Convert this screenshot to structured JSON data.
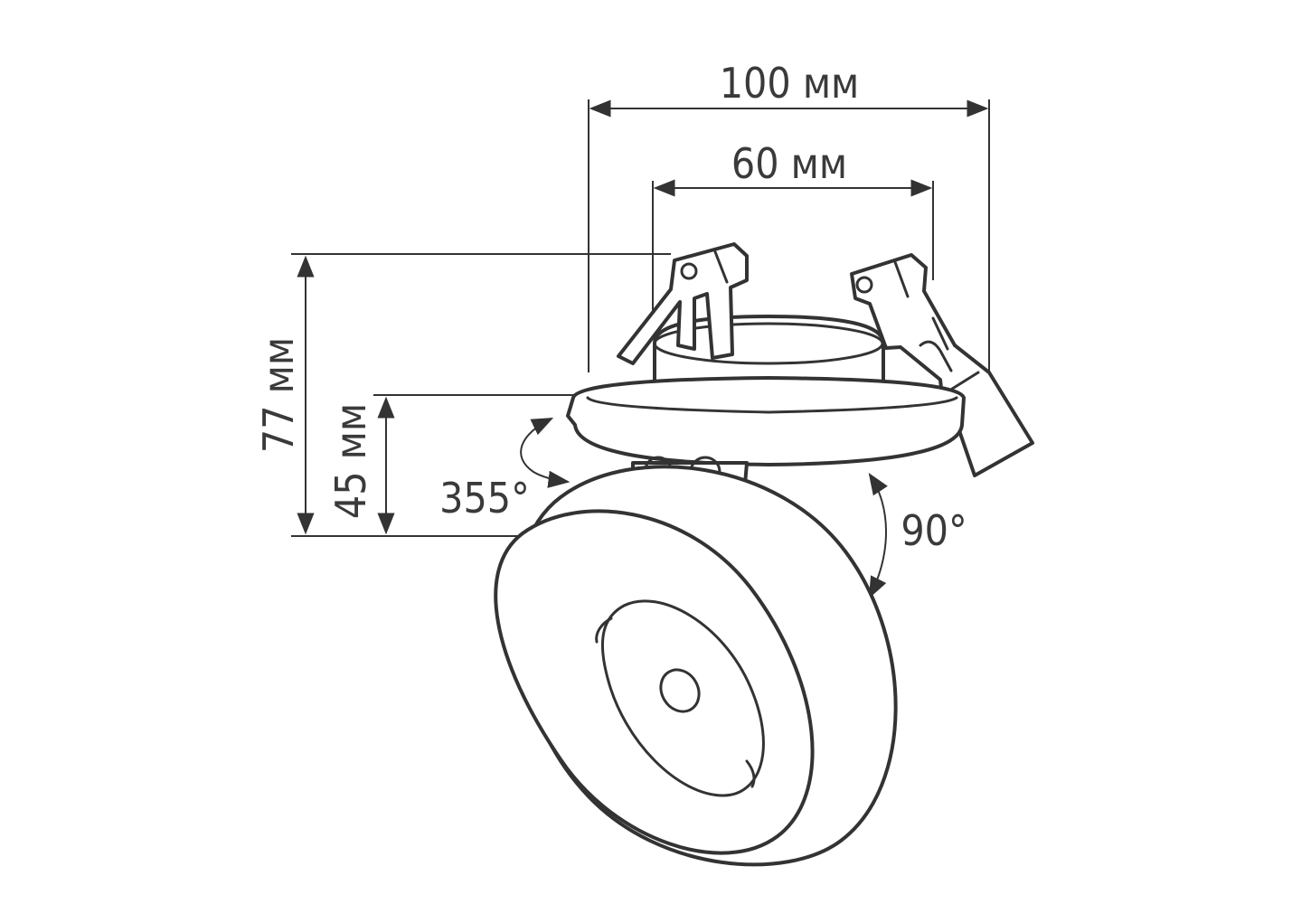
{
  "dimensions": {
    "outer_width": "100 мм",
    "cutout_width": "60 мм",
    "total_height": "77 мм",
    "head_height": "45 мм"
  },
  "angles": {
    "rotation": "355°",
    "tilt": "90°"
  },
  "colors": {
    "line": "#333333",
    "text": "#3a3a3a",
    "background": "#ffffff"
  }
}
